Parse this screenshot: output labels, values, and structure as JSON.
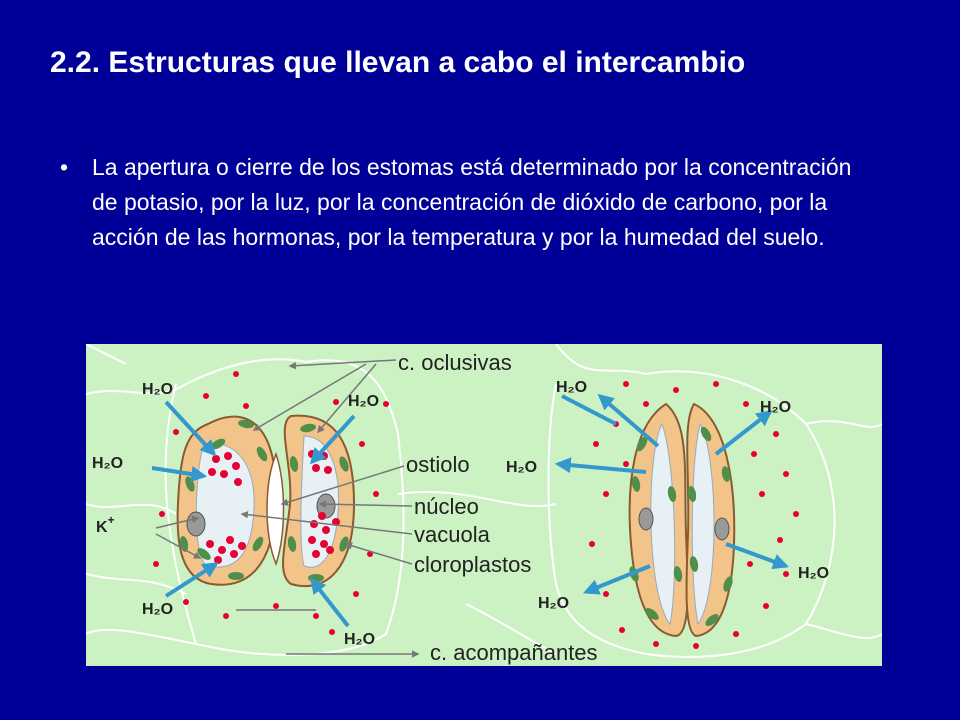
{
  "slide": {
    "title": "2.2. Estructuras que llevan a cabo el intercambio",
    "bullet_mark": "•",
    "bullet_text": "La apertura o cierre de los estomas está determinado por la concentración de potasio, por la luz, por la concentración de dióxido de carbono, por la acción de las hormonas, por la temperatura y por la humedad del suelo."
  },
  "figure": {
    "labels": {
      "oclusivas": "c. oclusivas",
      "ostiolo": "ostiolo",
      "nucleo": "núcleo",
      "vacuola": "vacuola",
      "cloroplastos": "cloroplastos",
      "acompanantes": "c. acompañantes",
      "potassium_base": "K",
      "potassium_sup": "+",
      "water": "H₂O"
    },
    "colors": {
      "background": "#ccf2c4",
      "guard_cell": "#f2c48a",
      "vacuole": "#e6f0f5",
      "chloroplast": "#4f8f4a",
      "arrow": "#3399cc",
      "ion_dot": "#e60033"
    }
  }
}
